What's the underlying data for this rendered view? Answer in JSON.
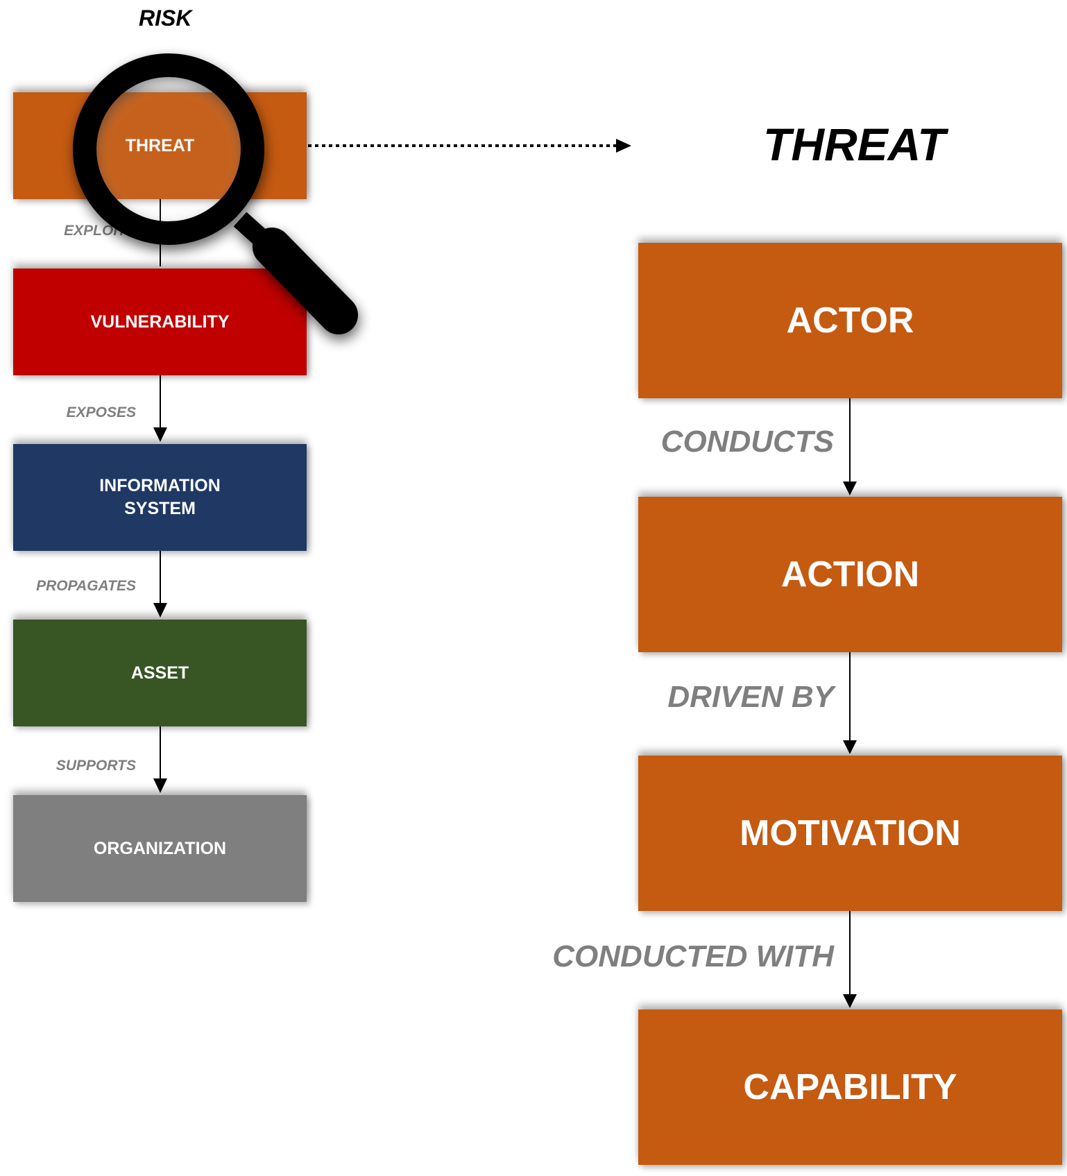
{
  "colors": {
    "threat": "#c55a11",
    "vulnerability": "#c00000",
    "information_system": "#1f3864",
    "asset": "#375623",
    "organization": "#7f7f7f",
    "label_gray": "#7f7f7f"
  },
  "risk_chain": {
    "title": "RISK",
    "boxes": [
      {
        "id": "threat",
        "label": "THREAT"
      },
      {
        "id": "vulnerability",
        "label": "VULNERABILITY"
      },
      {
        "id": "information_system",
        "label": "INFORMATION SYSTEM"
      },
      {
        "id": "asset",
        "label": "ASSET"
      },
      {
        "id": "organization",
        "label": "ORGANIZATION"
      }
    ],
    "connectors": [
      "EXPLOITS",
      "EXPOSES",
      "PROPAGATES",
      "SUPPORTS"
    ]
  },
  "threat_chain": {
    "title": "THREAT",
    "boxes": [
      "ACTOR",
      "ACTION",
      "MOTIVATION",
      "CAPABILITY"
    ],
    "connectors": [
      "CONDUCTS",
      "DRIVEN BY",
      "CONDUCTED WITH"
    ]
  },
  "icons": {
    "magnifier": "magnifying-glass-icon"
  }
}
